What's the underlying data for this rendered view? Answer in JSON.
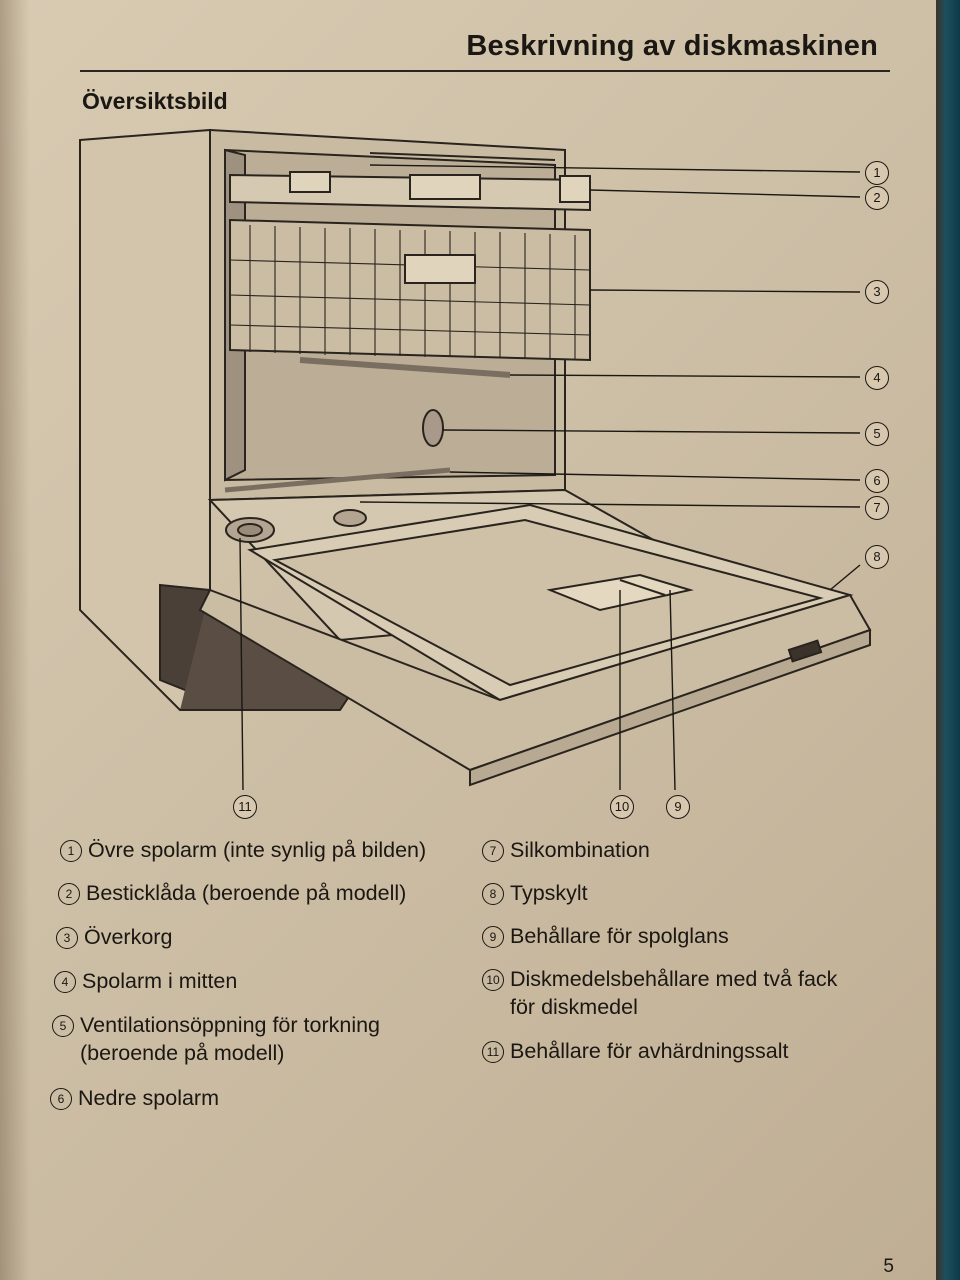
{
  "header": {
    "title": "Beskrivning av diskmaskinen"
  },
  "section": {
    "title": "Översiktsbild"
  },
  "callouts": [
    "1",
    "2",
    "3",
    "4",
    "5",
    "6",
    "7",
    "8",
    "9",
    "10",
    "11"
  ],
  "legend": [
    {
      "num": "1",
      "text": "Övre spolarm (inte synlig på bilden)"
    },
    {
      "num": "2",
      "text": "Besticklåda (beroende på modell)"
    },
    {
      "num": "3",
      "text": "Överkorg"
    },
    {
      "num": "4",
      "text": "Spolarm i mitten"
    },
    {
      "num": "5",
      "line1": "Ventilationsöppning för torkning",
      "line2": "(beroende på modell)"
    },
    {
      "num": "6",
      "text": "Nedre spolarm"
    },
    {
      "num": "7",
      "text": "Silkombination"
    },
    {
      "num": "8",
      "text": "Typskylt"
    },
    {
      "num": "9",
      "text": "Behållare för spolglans"
    },
    {
      "num": "10",
      "line1": "Diskmedelsbehållare med två fack",
      "line2": "för diskmedel"
    },
    {
      "num": "11",
      "text": "Behållare för avhärdningssalt"
    }
  ],
  "page": {
    "number": "5"
  }
}
